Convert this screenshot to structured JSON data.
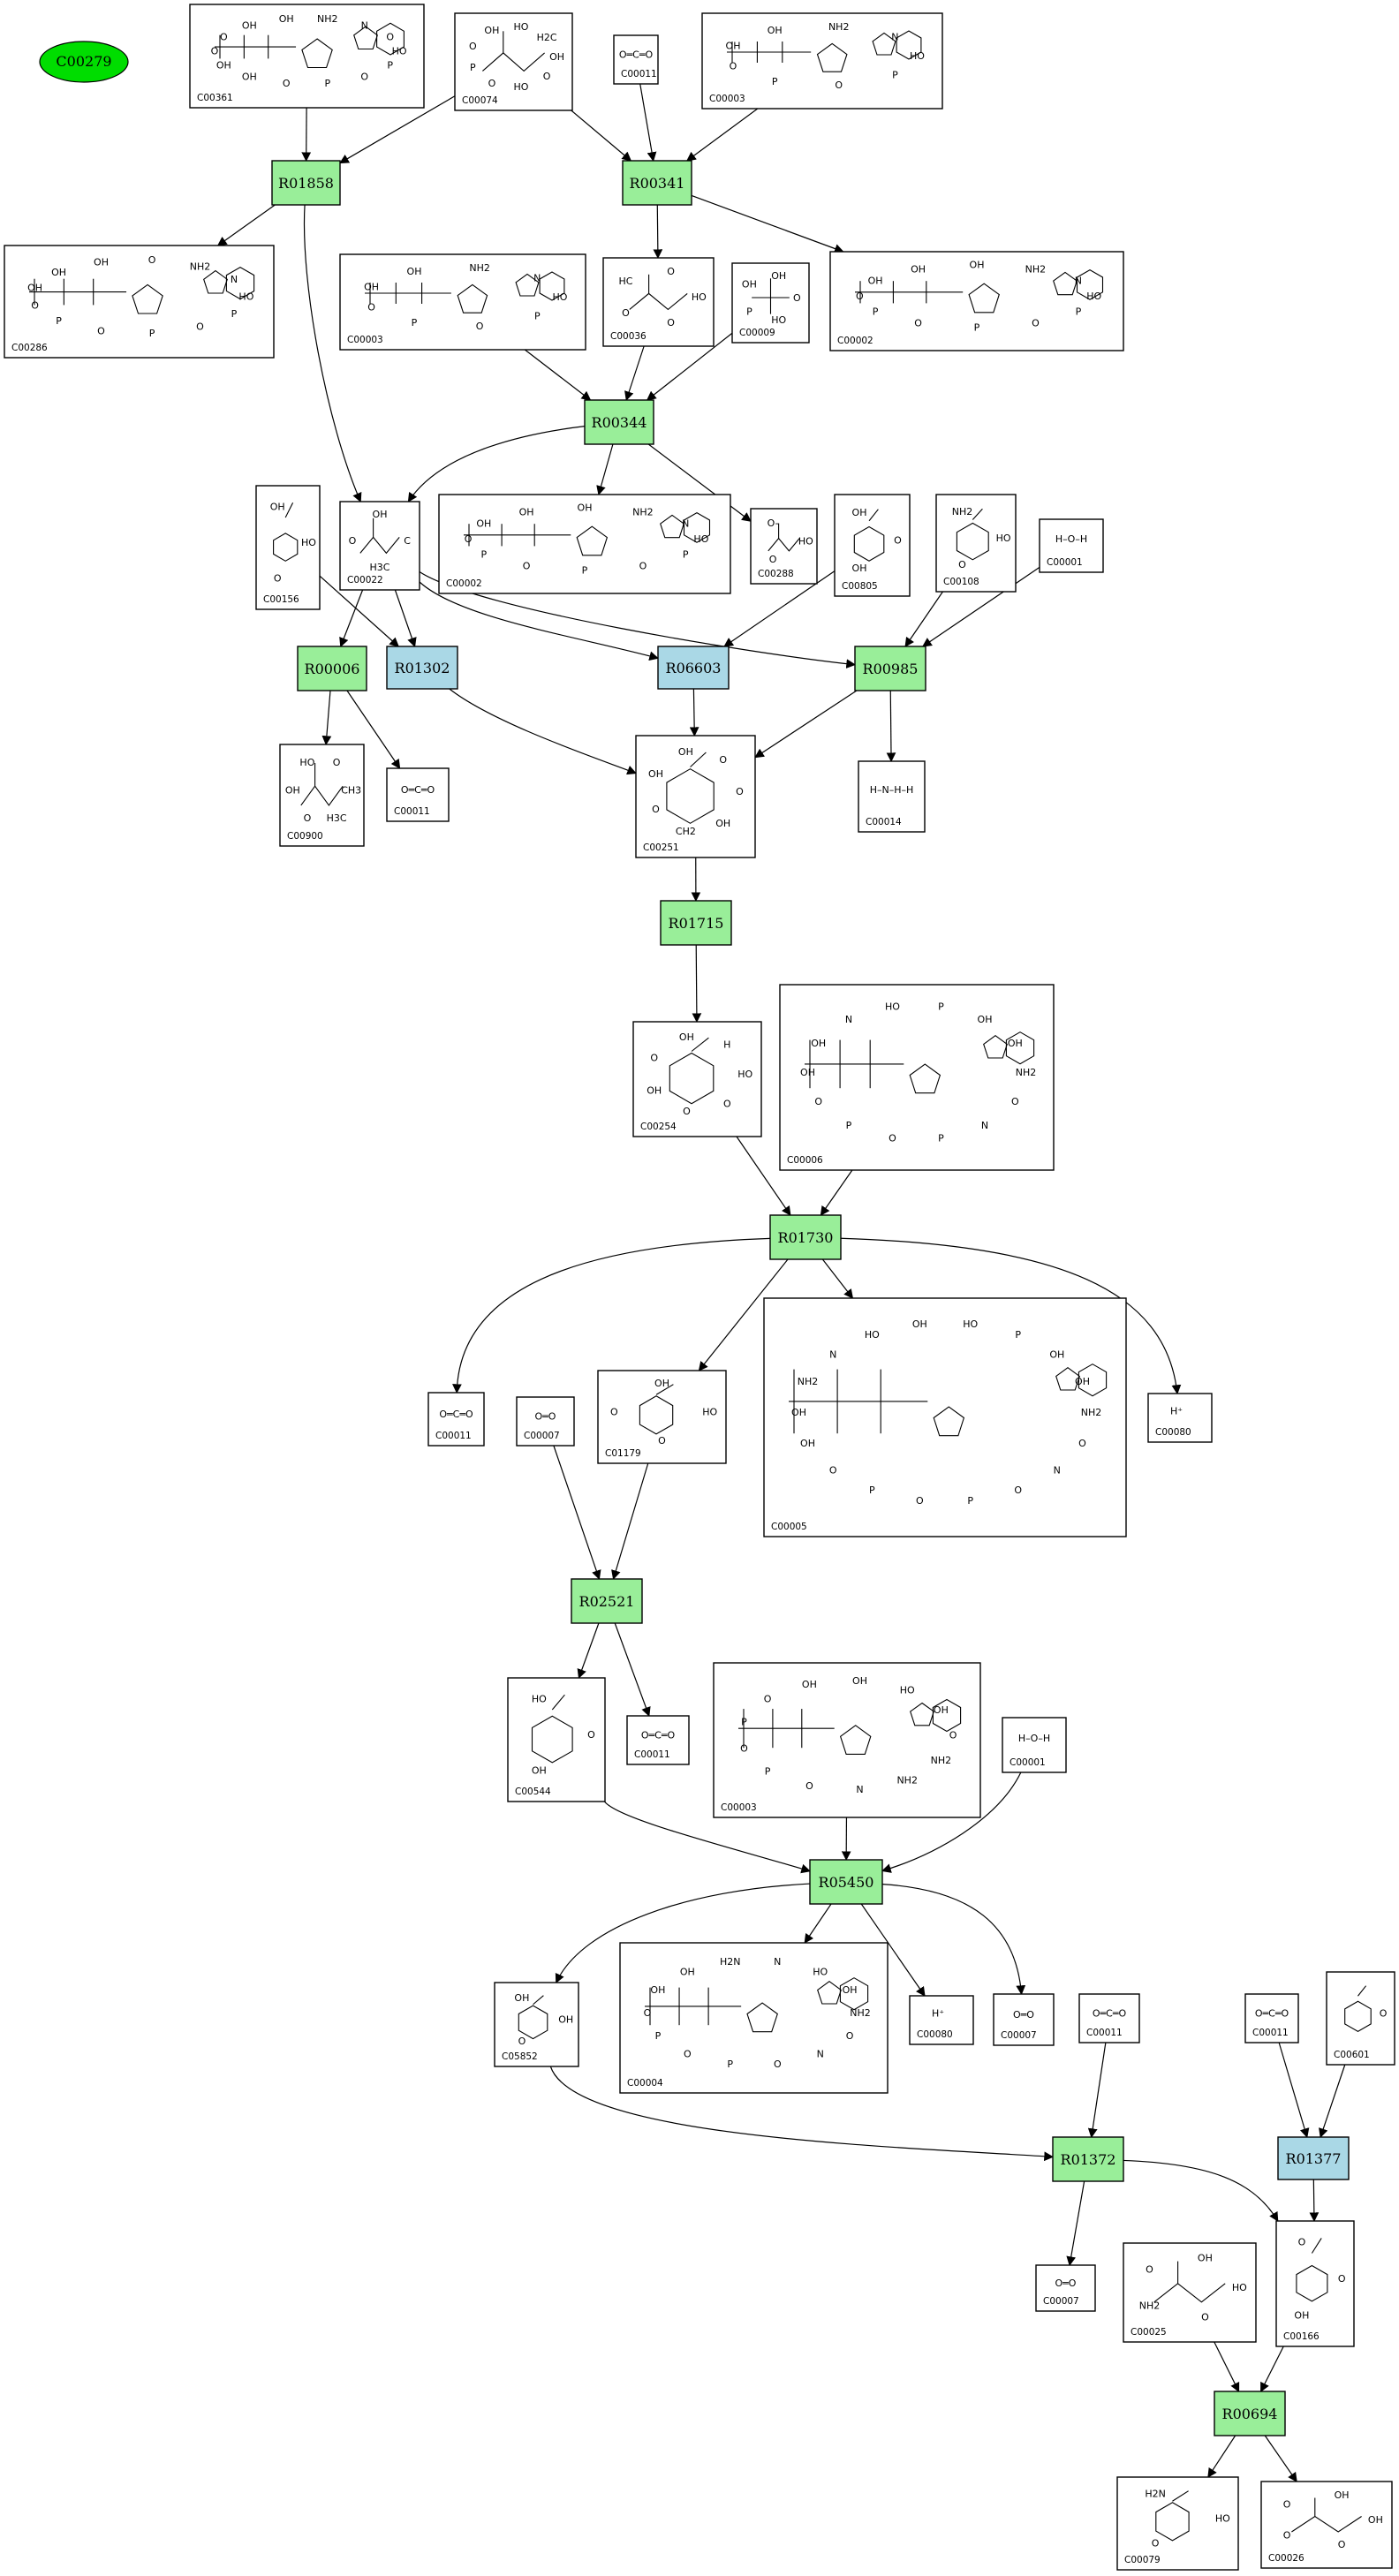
{
  "start_node": {
    "label": "C00279",
    "fill": "#00dd00"
  },
  "colors": {
    "reaction_green": "#99ee99",
    "reaction_blue": "#aad8e6"
  },
  "compounds": [
    {
      "id": "c00361",
      "label": "C00361",
      "struct": "nucleotide",
      "atoms": "HO P O P O OH OH O O OH OH NH2 N O"
    },
    {
      "id": "c00074",
      "label": "C00074",
      "struct": "acid",
      "atoms": "OH O HO O P O OH HO H2C"
    },
    {
      "id": "c00011a",
      "label": "C00011",
      "struct": "co2"
    },
    {
      "id": "c00003a",
      "label": "C00003",
      "struct": "nucleotide",
      "atoms": "HO P O P O OH OH NH2 N"
    },
    {
      "id": "c00286",
      "label": "C00286",
      "struct": "nucleotide",
      "atoms": "HO P O P O P O OH OH OH O NH2 N"
    },
    {
      "id": "c00003b",
      "label": "C00003",
      "struct": "nucleotide",
      "atoms": "HO P O P O OH OH NH2 N"
    },
    {
      "id": "c00036",
      "label": "C00036",
      "struct": "acid",
      "atoms": "HO O O HC O"
    },
    {
      "id": "c00009",
      "label": "C00009",
      "struct": "phosphate",
      "atoms": "O HO P OH OH"
    },
    {
      "id": "c00002a",
      "label": "C00002",
      "struct": "nucleotide",
      "atoms": "HO P O P O P O OH OH OH NH2 N"
    },
    {
      "id": "c00156",
      "label": "C00156",
      "struct": "ring",
      "atoms": "HO O OH"
    },
    {
      "id": "c00022",
      "label": "C00022",
      "struct": "acid",
      "atoms": "C H3C O OH"
    },
    {
      "id": "c00002b",
      "label": "C00002",
      "struct": "nucleotide",
      "atoms": "HO P O P O P O OH OH OH NH2 N"
    },
    {
      "id": "c00288",
      "label": "C00288",
      "struct": "acid",
      "atoms": "HO O O-"
    },
    {
      "id": "c00805",
      "label": "C00805",
      "struct": "ring",
      "atoms": "O OH OH"
    },
    {
      "id": "c00108",
      "label": "C00108",
      "struct": "ring",
      "atoms": "HO O NH2"
    },
    {
      "id": "c00001a",
      "label": "C00001",
      "struct": "water",
      "atoms": "H O H"
    },
    {
      "id": "c00900",
      "label": "C00900",
      "struct": "acid",
      "atoms": "CH3 H3C O OH HO O"
    },
    {
      "id": "c00011b",
      "label": "C00011",
      "struct": "co2"
    },
    {
      "id": "c00251",
      "label": "C00251",
      "struct": "ring",
      "atoms": "O OH CH2 O OH OH O"
    },
    {
      "id": "c00014",
      "label": "C00014",
      "struct": "water",
      "atoms": "H N H H"
    },
    {
      "id": "c00254",
      "label": "C00254",
      "struct": "ring",
      "atoms": "HO O O OH O OH H"
    },
    {
      "id": "c00006",
      "label": "C00006",
      "struct": "nucleotide",
      "atoms": "NH2 O N P O P O OH OH N HO P OH OH"
    },
    {
      "id": "c00011c",
      "label": "C00011",
      "struct": "co2"
    },
    {
      "id": "c00007a",
      "label": "C00007",
      "struct": "o2"
    },
    {
      "id": "c01179",
      "label": "C01179",
      "struct": "ring",
      "atoms": "HO O O OH"
    },
    {
      "id": "c00005",
      "label": "C00005",
      "struct": "nucleotide",
      "atoms": "NH2 O N O P O P O OH OH NH2 N HO OH HO P OH OH"
    },
    {
      "id": "c00080a",
      "label": "C00080",
      "struct": "proton"
    },
    {
      "id": "c00544",
      "label": "C00544",
      "struct": "ring",
      "atoms": "O OH HO"
    },
    {
      "id": "c00011d",
      "label": "C00011",
      "struct": "co2"
    },
    {
      "id": "c00003c",
      "label": "C00003",
      "struct": "nucleotide",
      "atoms": "O NH2 NH2 N O P O P O OH OH HO OH"
    },
    {
      "id": "c00001b",
      "label": "C00001",
      "struct": "water",
      "atoms": "H O H"
    },
    {
      "id": "c05852",
      "label": "C05852",
      "struct": "ring",
      "atoms": "OH O OH"
    },
    {
      "id": "c00004",
      "label": "C00004",
      "struct": "nucleotide",
      "atoms": "NH2 O N O P O P O OH OH H2N N HO OH"
    },
    {
      "id": "c00080b",
      "label": "C00080",
      "struct": "proton"
    },
    {
      "id": "c00007b",
      "label": "C00007",
      "struct": "o2"
    },
    {
      "id": "c00011e",
      "label": "C00011",
      "struct": "co2"
    },
    {
      "id": "c00011f",
      "label": "C00011",
      "struct": "co2"
    },
    {
      "id": "c00601",
      "label": "C00601",
      "struct": "ring",
      "atoms": "O"
    },
    {
      "id": "c00007c",
      "label": "C00007",
      "struct": "o2"
    },
    {
      "id": "c00025",
      "label": "C00025",
      "struct": "acid",
      "atoms": "HO O NH2 O OH"
    },
    {
      "id": "c00166",
      "label": "C00166",
      "struct": "ring",
      "atoms": "O OH O"
    },
    {
      "id": "c00079",
      "label": "C00079",
      "struct": "ring",
      "atoms": "HO O H2N"
    },
    {
      "id": "c00026",
      "label": "C00026",
      "struct": "acid",
      "atoms": "OH O O O OH"
    }
  ],
  "reactions": [
    {
      "id": "r01858",
      "label": "R01858",
      "color": "green"
    },
    {
      "id": "r00341",
      "label": "R00341",
      "color": "green"
    },
    {
      "id": "r00344",
      "label": "R00344",
      "color": "green"
    },
    {
      "id": "r00006",
      "label": "R00006",
      "color": "green"
    },
    {
      "id": "r01302",
      "label": "R01302",
      "color": "blue"
    },
    {
      "id": "r06603",
      "label": "R06603",
      "color": "blue"
    },
    {
      "id": "r00985",
      "label": "R00985",
      "color": "green"
    },
    {
      "id": "r01715",
      "label": "R01715",
      "color": "green"
    },
    {
      "id": "r01730",
      "label": "R01730",
      "color": "green"
    },
    {
      "id": "r02521",
      "label": "R02521",
      "color": "green"
    },
    {
      "id": "r05450",
      "label": "R05450",
      "color": "green"
    },
    {
      "id": "r01372",
      "label": "R01372",
      "color": "green"
    },
    {
      "id": "r01377",
      "label": "R01377",
      "color": "blue"
    },
    {
      "id": "r00694",
      "label": "R00694",
      "color": "green"
    }
  ],
  "edges": [
    [
      "c00361",
      "r01858"
    ],
    [
      "c00074",
      "r01858"
    ],
    [
      "c00074",
      "r00341"
    ],
    [
      "c00011a",
      "r00341"
    ],
    [
      "c00003a",
      "r00341"
    ],
    [
      "r01858",
      "c00286"
    ],
    [
      "r01858",
      "c00022"
    ],
    [
      "r00341",
      "c00036"
    ],
    [
      "r00341",
      "c00002a"
    ],
    [
      "c00003b",
      "r00344"
    ],
    [
      "c00036",
      "r00344"
    ],
    [
      "c00009",
      "r00344"
    ],
    [
      "r00344",
      "c00022"
    ],
    [
      "r00344",
      "c00002b"
    ],
    [
      "r00344",
      "c00288"
    ],
    [
      "c00022",
      "r00006"
    ],
    [
      "c00022",
      "r01302"
    ],
    [
      "c00022",
      "r06603"
    ],
    [
      "c00022",
      "r00985"
    ],
    [
      "c00156",
      "r01302"
    ],
    [
      "c00805",
      "r06603"
    ],
    [
      "c00108",
      "r00985"
    ],
    [
      "c00001a",
      "r00985"
    ],
    [
      "r00006",
      "c00900"
    ],
    [
      "r00006",
      "c00011b"
    ],
    [
      "r01302",
      "c00251"
    ],
    [
      "r06603",
      "c00251"
    ],
    [
      "r00985",
      "c00251"
    ],
    [
      "r00985",
      "c00014"
    ],
    [
      "c00251",
      "r01715"
    ],
    [
      "r01715",
      "c00254"
    ],
    [
      "c00254",
      "r01730"
    ],
    [
      "c00006",
      "r01730"
    ],
    [
      "r01730",
      "c00011c"
    ],
    [
      "r01730",
      "c01179"
    ],
    [
      "r01730",
      "c00005"
    ],
    [
      "r01730",
      "c00080a"
    ],
    [
      "c00007a",
      "r02521"
    ],
    [
      "c01179",
      "r02521"
    ],
    [
      "r02521",
      "c00544"
    ],
    [
      "r02521",
      "c00011d"
    ],
    [
      "c00544",
      "r05450"
    ],
    [
      "c00003c",
      "r05450"
    ],
    [
      "c00001b",
      "r05450"
    ],
    [
      "r05450",
      "c05852"
    ],
    [
      "r05450",
      "c00004"
    ],
    [
      "r05450",
      "c00080b"
    ],
    [
      "r05450",
      "c00007b"
    ],
    [
      "c05852",
      "r01372"
    ],
    [
      "c00011e",
      "r01372"
    ],
    [
      "r01372",
      "c00007c"
    ],
    [
      "r01372",
      "c00166"
    ],
    [
      "c00011f",
      "r01377"
    ],
    [
      "c00601",
      "r01377"
    ],
    [
      "r01377",
      "c00166"
    ],
    [
      "c00025",
      "r00694"
    ],
    [
      "c00166",
      "r00694"
    ],
    [
      "r00694",
      "c00079"
    ],
    [
      "r00694",
      "c00026"
    ]
  ]
}
